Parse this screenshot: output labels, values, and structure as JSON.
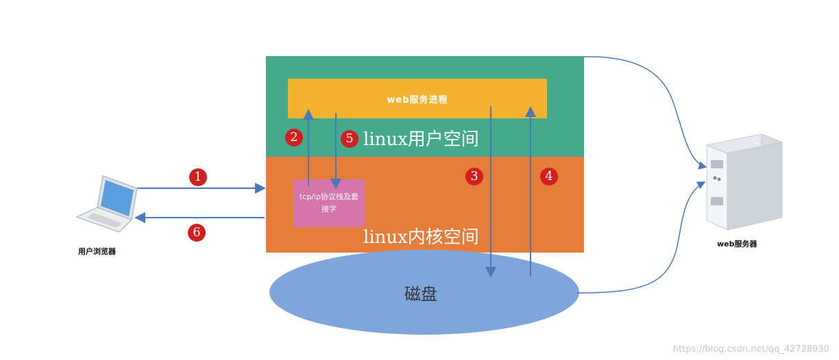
{
  "nodes": {
    "web_process": "web服务进程",
    "user_space": "linux用户空间",
    "tcp_stack": "tcp/ip协议栈及套接字",
    "kernel_space": "linux内核空间",
    "disk": "磁盘",
    "browser": "用户浏览器",
    "server": "web服务器"
  },
  "steps": [
    "1",
    "2",
    "3",
    "4",
    "5",
    "6"
  ],
  "watermark": "https://blog.csdn.net/qq_42728930",
  "colors": {
    "user_space": "#45aa8c",
    "kernel_space": "#e57d3a",
    "web_process": "#f3b230",
    "tcp_stack": "#d675a9",
    "disk": "#7fa6db",
    "badge": "#d11f1f",
    "arrow": "#4a78b8"
  },
  "icons": {
    "browser": "laptop-icon",
    "server": "server-tower-icon"
  }
}
